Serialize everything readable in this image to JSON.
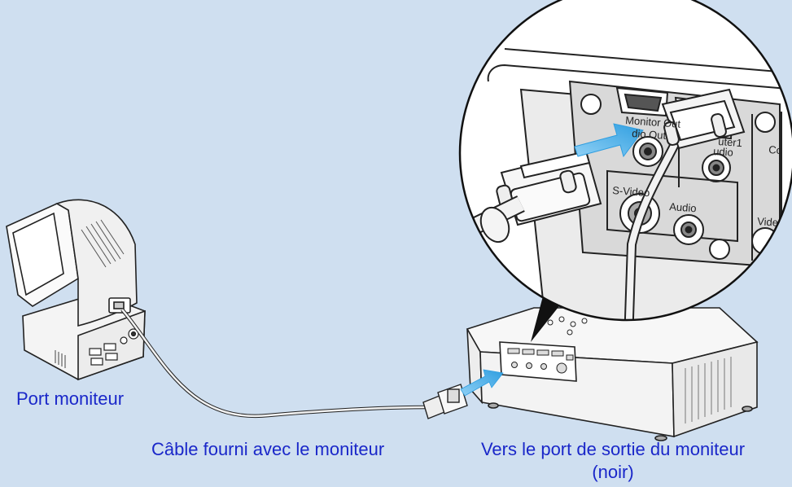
{
  "labels": {
    "monitor_port": "Port moniteur",
    "cable": "Câble fourni avec le moniteur",
    "destination": "Vers le port de sortie du moniteur (noir)"
  },
  "panel_labels": {
    "monitor_out": "Monitor Out",
    "audio_out": "dio Out",
    "computer1": "uter1",
    "computer1_audio": "udio",
    "svideo": "S-Video",
    "audio": "Audio",
    "video": "Vide",
    "computer2": "Co"
  },
  "colors": {
    "background": "#cfdff0",
    "label_text": "#1a27c9",
    "arrow": "#2f9ee0",
    "device_fill": "#f4f4f4",
    "outline": "#222222"
  }
}
